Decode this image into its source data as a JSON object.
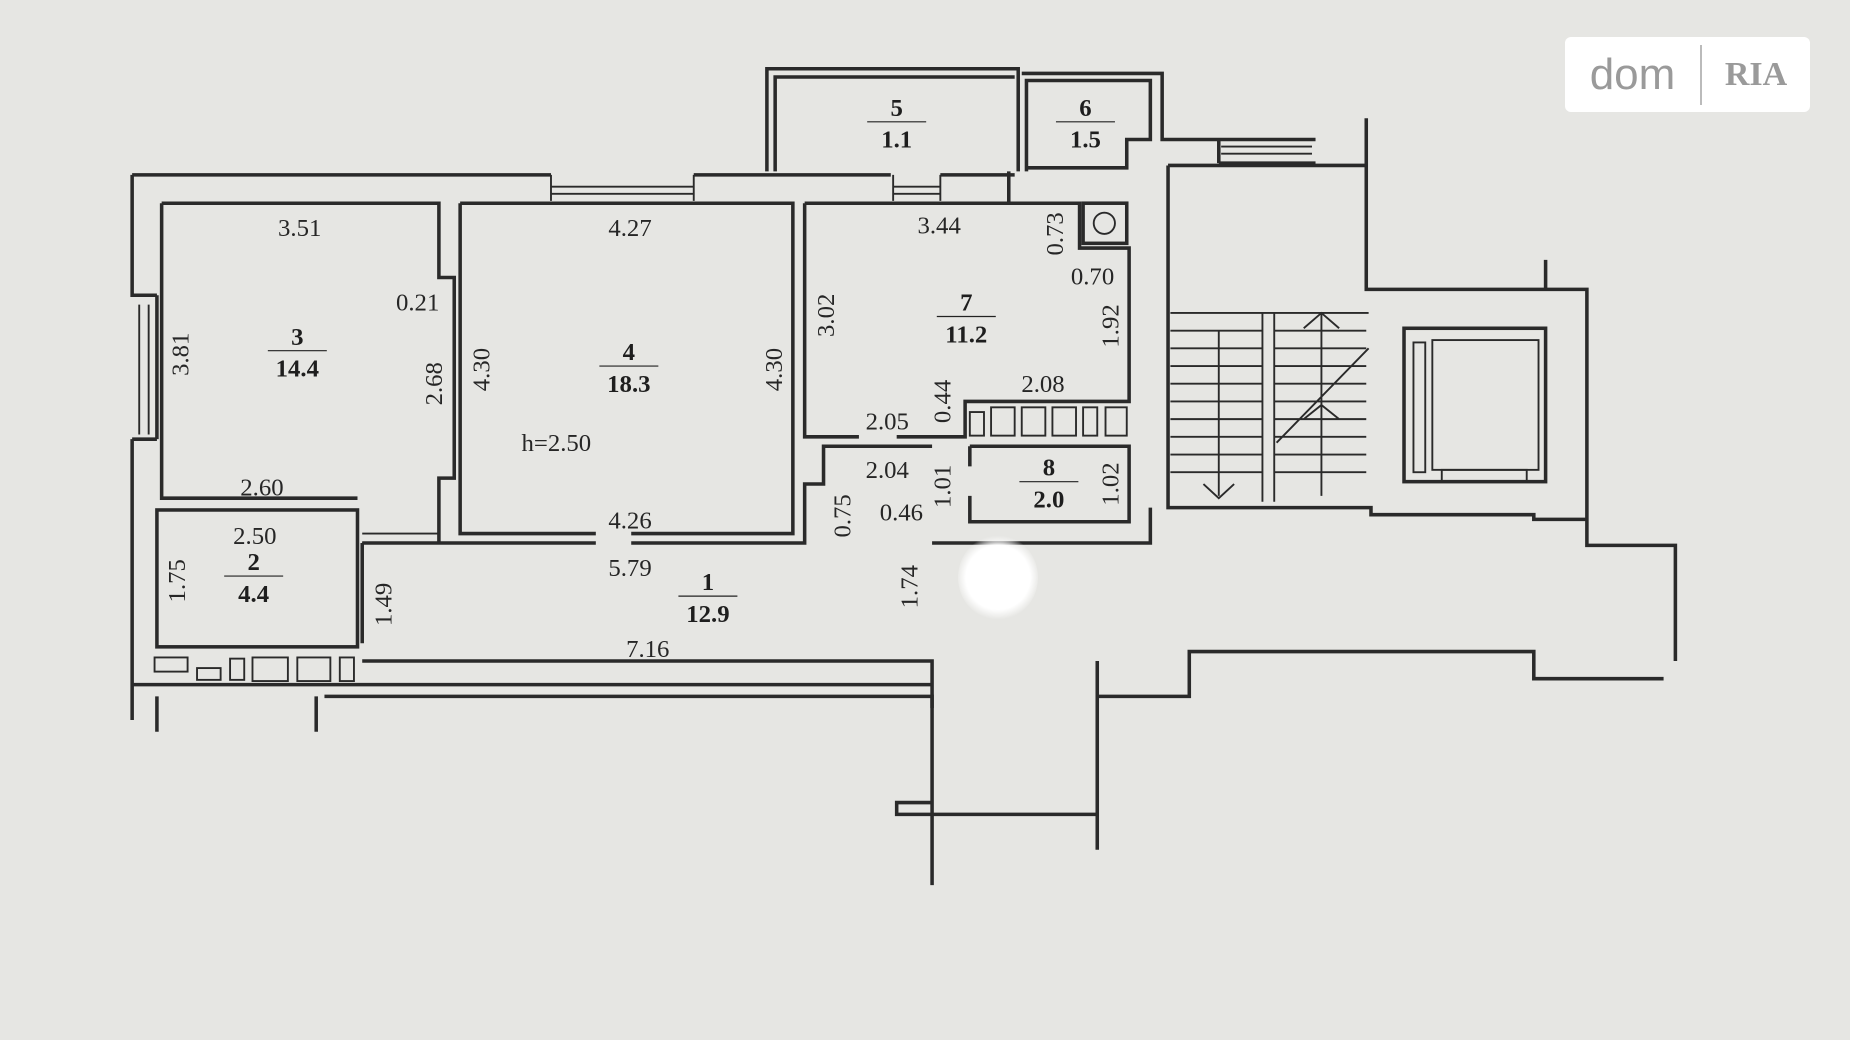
{
  "logo": {
    "left": "dom",
    "right": "RIA"
  },
  "ceiling_height": "h=2.50",
  "rooms": [
    {
      "number": "1",
      "area": "12.9"
    },
    {
      "number": "2",
      "area": "4.4"
    },
    {
      "number": "3",
      "area": "14.4"
    },
    {
      "number": "4",
      "area": "18.3"
    },
    {
      "number": "5",
      "area": "1.1"
    },
    {
      "number": "6",
      "area": "1.5"
    },
    {
      "number": "7",
      "area": "11.2"
    },
    {
      "number": "8",
      "area": "2.0"
    }
  ],
  "dimensions": [
    "3.51",
    "0.21",
    "3.81",
    "2.68",
    "2.60",
    "2.50",
    "1.75",
    "1.49",
    "4.27",
    "4.30",
    "4.30",
    "4.26",
    "5.79",
    "7.16",
    "3.44",
    "0.73",
    "0.70",
    "3.02",
    "1.92",
    "2.08",
    "0.44",
    "2.05",
    "2.04",
    "0.75",
    "0.46",
    "1.01",
    "1.02",
    "1.74"
  ]
}
